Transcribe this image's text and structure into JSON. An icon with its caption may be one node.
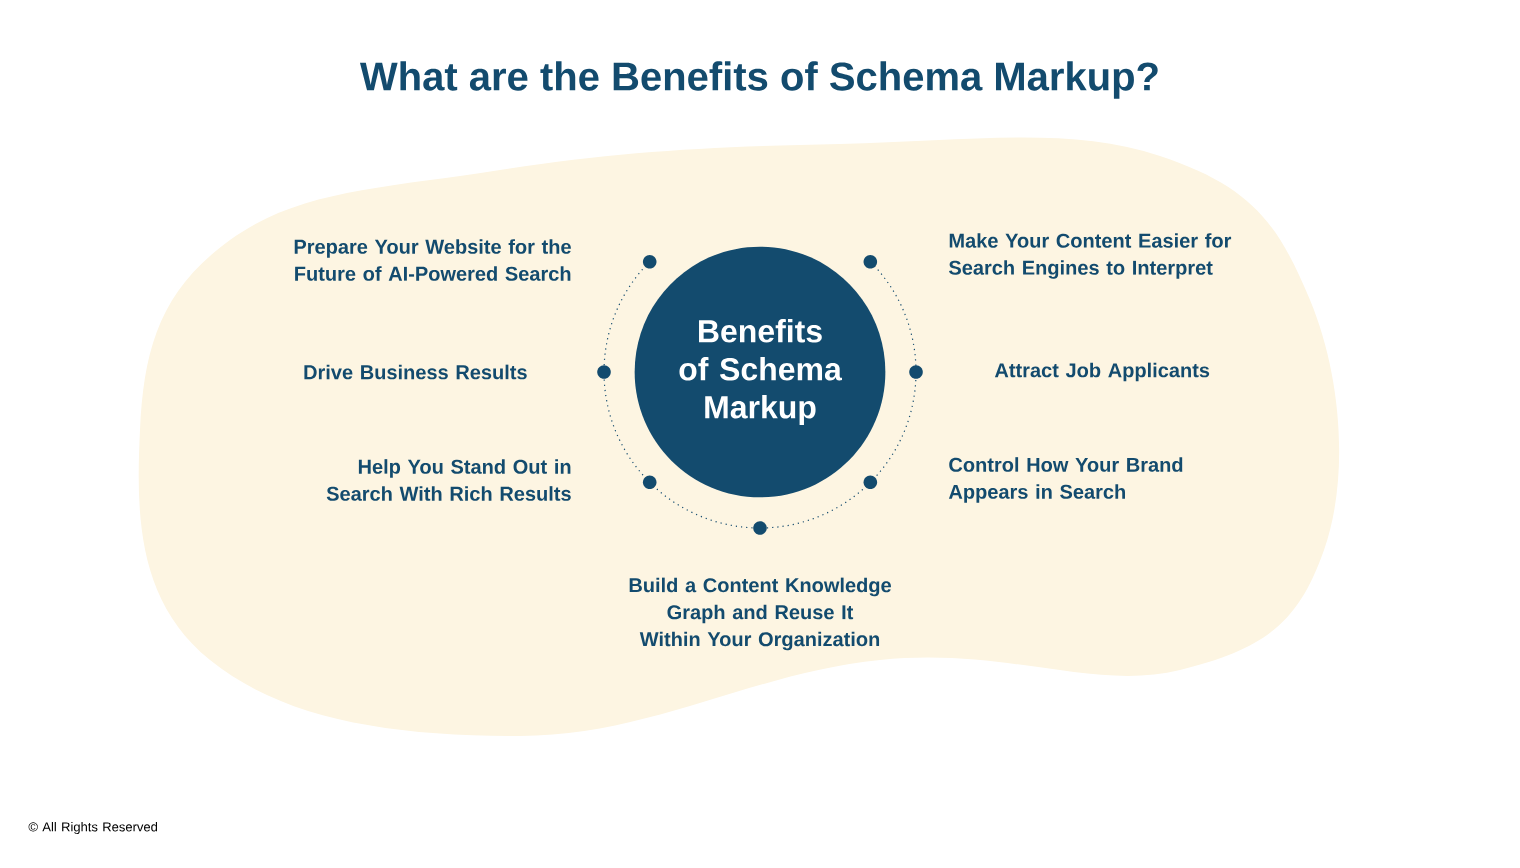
{
  "diagram": {
    "title": "What are the Benefits of Schema Markup?",
    "nodes": [
      {
        "text": [
          "Benefits of Schema Markup"
        ]
      }
    ],
    "labels": [
      "Prepare Your Website for the Future of AI-Powered Search",
      "Make Your Content Easier for Search Engines to Interpret",
      "Drive Business Results",
      "Attract Job Applicants",
      "Help You Stand Out in Search With Rich Results",
      "Control How Your Brand Appears in Search",
      "Build a Content Knowledge Graph and Reuse It Within Your Organization",
      "© All Rights Reserved"
    ]
  }
}
